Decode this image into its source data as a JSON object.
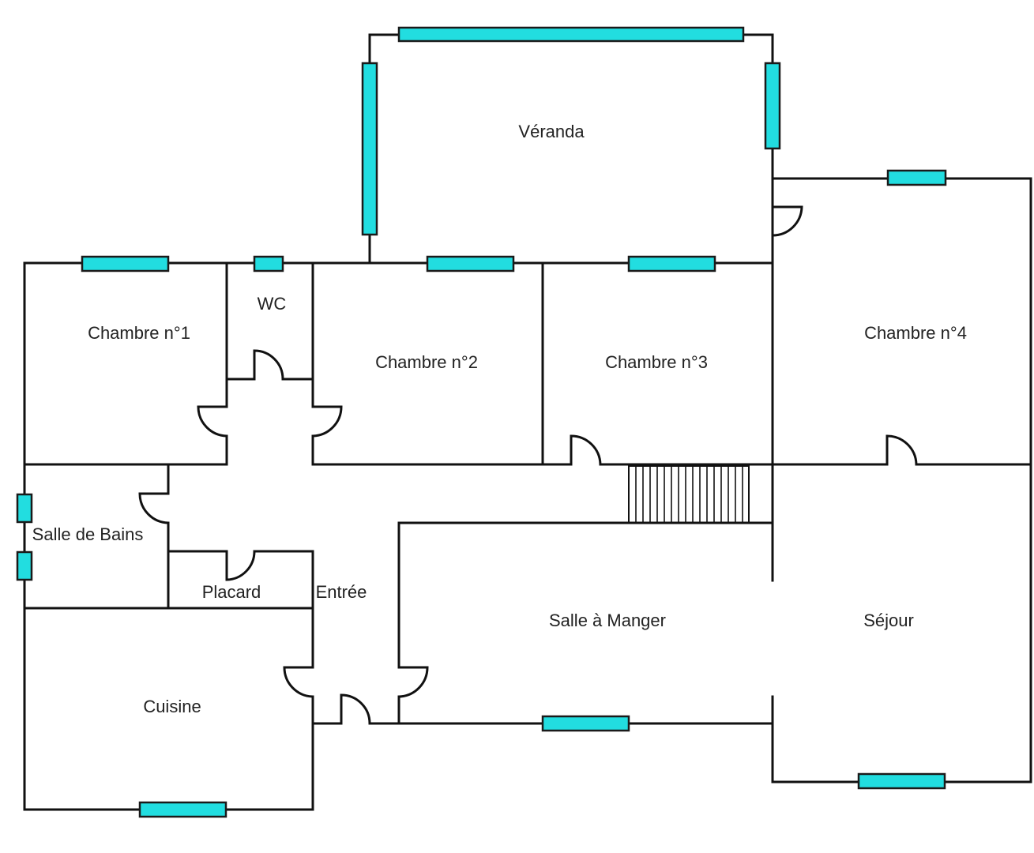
{
  "rooms": {
    "veranda": "Véranda",
    "chambre1": "Chambre n°1",
    "wc": "WC",
    "chambre2": "Chambre n°2",
    "chambre3": "Chambre n°3",
    "chambre4": "Chambre n°4",
    "salle_de_bains": "Salle de Bains",
    "placard": "Placard",
    "entree": "Entrée",
    "salle_a_manger": "Salle à Manger",
    "sejour": "Séjour",
    "cuisine": "Cuisine"
  },
  "colors": {
    "window": "#22dde0",
    "wall": "#111111"
  }
}
